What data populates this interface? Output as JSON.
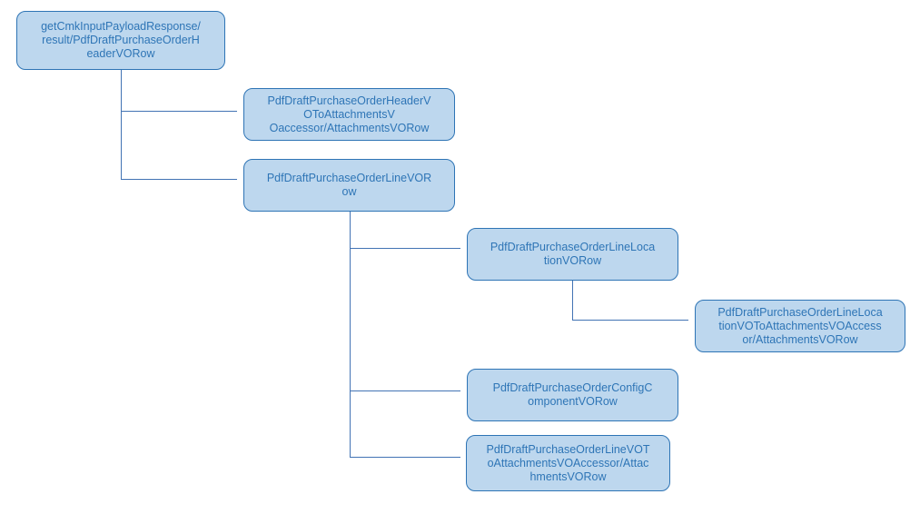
{
  "diagram": {
    "type": "hierarchy-tree",
    "colors": {
      "node_fill": "#bdd7ee",
      "node_border": "#2e74b5",
      "node_text": "#2e75b6",
      "connector": "#4273b4",
      "background": "#ffffff"
    },
    "nodes": [
      {
        "id": "root",
        "parent": null,
        "label": "getCmkInputPayloadResponse/\nresult/PdfDraftPurchaseOrderH\neaderVORow",
        "text": "getCmkInputPayloadResponse/result/PdfDraftPurchaseOrderHeaderVORow"
      },
      {
        "id": "header-attachments",
        "parent": "root",
        "label": "PdfDraftPurchaseOrderHeaderV\nOToAttachmentsV\nOaccessor/AttachmentsVORow",
        "text": "PdfDraftPurchaseOrderHeaderVOToAttachmentsVOaccessor/AttachmentsVORow"
      },
      {
        "id": "line",
        "parent": "root",
        "label": "PdfDraftPurchaseOrderLineVOR\now",
        "text": "PdfDraftPurchaseOrderLineVORow"
      },
      {
        "id": "line-location",
        "parent": "line",
        "label": "PdfDraftPurchaseOrderLineLoca\ntionVORow",
        "text": "PdfDraftPurchaseOrderLineLocationVORow"
      },
      {
        "id": "line-location-attachments",
        "parent": "line-location",
        "label": "PdfDraftPurchaseOrderLineLoca\ntionVOToAttachmentsVOAccess\nor/AttachmentsVORow",
        "text": "PdfDraftPurchaseOrderLineLocationVOToAttachmentsVOAccessor/AttachmentsVORow"
      },
      {
        "id": "config-component",
        "parent": "line",
        "label": "PdfDraftPurchaseOrderConfigC\nomponentVORow",
        "text": "PdfDraftPurchaseOrderConfigComponentVORow"
      },
      {
        "id": "line-attachments",
        "parent": "line",
        "label": "PdfDraftPurchaseOrderLineVOT\noAttachmentsVOAccessor/Attac\nhmentsVORow",
        "text": "PdfDraftPurchaseOrderLineVOToAttachmentsVOAccessor/AttachmentsVORow"
      }
    ]
  }
}
